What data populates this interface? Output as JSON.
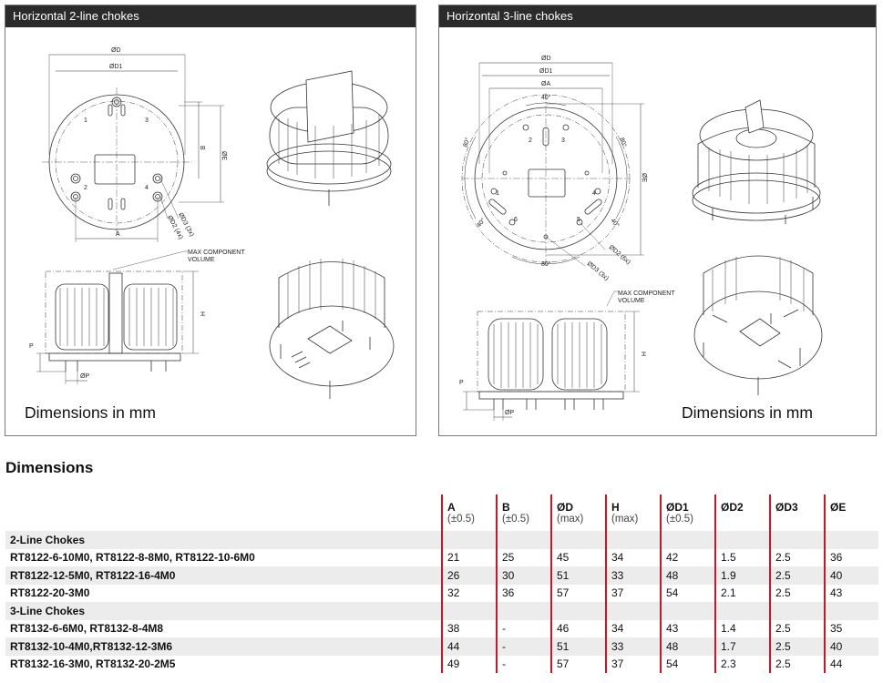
{
  "panels": {
    "two_line": {
      "title": "Horizontal 2-line chokes",
      "caption": "Dimensions in mm",
      "drawing_labels": {
        "od": "ØD",
        "od1": "ØD1",
        "b": "B",
        "oe": "ØE",
        "a": "A",
        "od2": "ØD2 (4x)",
        "od3": "ØD3 (3x)",
        "max_component": "MAX COMPONENT",
        "volume": "VOLUME",
        "h": "H",
        "p": "P",
        "op": "ØP",
        "n1": "1",
        "n2": "2",
        "n3": "3",
        "n4": "4"
      }
    },
    "three_line": {
      "title": "Horizontal 3-line chokes",
      "caption": "Dimensions in mm",
      "drawing_labels": {
        "od": "ØD",
        "od1": "ØD1",
        "oa": "ØA",
        "oe": "ØE",
        "ang40_top": "40°",
        "ang80_left": "80°",
        "ang80_right": "80°",
        "ang40_left": "40°",
        "ang40_right": "40°",
        "ang80_bottom": "80°",
        "od2": "ØD2 (6x)",
        "od3": "ØD3 (3x)",
        "max_component": "MAX COMPONENT",
        "volume": "VOLUME",
        "h": "H",
        "p": "P",
        "op": "ØP",
        "n1": "1",
        "n2": "2",
        "n3": "3",
        "n4": "4",
        "n5": "5",
        "n6": "6"
      }
    }
  },
  "dimensions": {
    "title": "Dimensions",
    "columns": [
      {
        "name": "A",
        "sub": "(±0.5)"
      },
      {
        "name": "B",
        "sub": "(±0.5)"
      },
      {
        "name": "ØD",
        "sub": "(max)"
      },
      {
        "name": "H",
        "sub": "(max)"
      },
      {
        "name": "ØD1",
        "sub": "(±0.5)"
      },
      {
        "name": "ØD2",
        "sub": ""
      },
      {
        "name": "ØD3",
        "sub": ""
      },
      {
        "name": "ØE",
        "sub": ""
      }
    ],
    "groups": [
      {
        "label": "2-Line Chokes",
        "rows": [
          {
            "name": "RT8122-6-10M0, RT8122-8-8M0, RT8122-10-6M0",
            "values": [
              "21",
              "25",
              "45",
              "34",
              "42",
              "1.5",
              "2.5",
              "36"
            ]
          },
          {
            "name": "RT8122-12-5M0, RT8122-16-4M0",
            "values": [
              "26",
              "30",
              "51",
              "33",
              "48",
              "1.9",
              "2.5",
              "40"
            ]
          },
          {
            "name": "RT8122-20-3M0",
            "values": [
              "32",
              "36",
              "57",
              "37",
              "54",
              "2.1",
              "2.5",
              "43"
            ]
          }
        ]
      },
      {
        "label": "3-Line Chokes",
        "rows": [
          {
            "name": "RT8132-6-6M0, RT8132-8-4M8",
            "values": [
              "38",
              "-",
              "46",
              "34",
              "43",
              "1.4",
              "2.5",
              "35"
            ]
          },
          {
            "name": "RT8132-10-4M0,RT8132-12-3M6",
            "values": [
              "44",
              "-",
              "51",
              "33",
              "48",
              "1.7",
              "2.5",
              "40"
            ]
          },
          {
            "name": "RT8132-16-3M0, RT8132-20-2M5",
            "values": [
              "49",
              "-",
              "57",
              "37",
              "54",
              "2.3",
              "2.5",
              "44"
            ]
          }
        ]
      }
    ]
  }
}
